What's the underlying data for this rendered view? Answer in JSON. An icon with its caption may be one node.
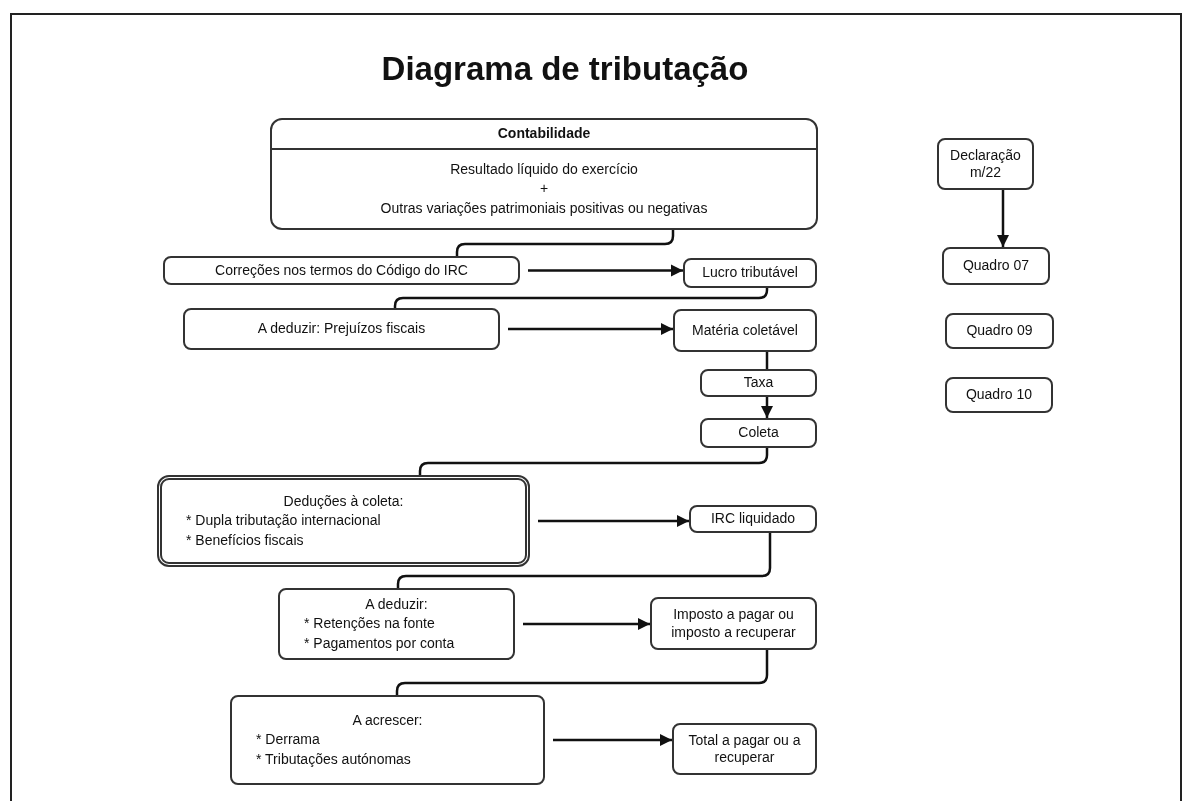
{
  "diagram": {
    "title": "Diagrama de tributação",
    "nodes": [
      {
        "text": [
          "Contabilidade",
          "Resultado líquido do exercício",
          "+",
          "Outras variações patrimoniais positivas ou negativas"
        ]
      },
      {
        "text": [
          "Correções nos termos do Código do IRC"
        ]
      },
      {
        "text": [
          "Lucro tributável"
        ]
      },
      {
        "text": [
          "A deduzir: Prejuízos fiscais"
        ]
      },
      {
        "text": [
          "Matéria coletável"
        ]
      },
      {
        "text": [
          "Taxa"
        ]
      },
      {
        "text": [
          "Coleta"
        ]
      },
      {
        "text": [
          "Deduções à coleta:",
          "* Dupla tributação internacional",
          "* Benefícios fiscais"
        ]
      },
      {
        "text": [
          "IRC liquidado"
        ]
      },
      {
        "text": [
          "A deduzir:",
          "* Retenções na fonte",
          "* Pagamentos por conta"
        ]
      },
      {
        "text": [
          "Imposto a pagar ou imposto a recuperar"
        ]
      },
      {
        "text": [
          "A acrescer:",
          "* Derrama",
          "* Tributações autónomas"
        ]
      },
      {
        "text": [
          "Total a pagar ou a recuperar"
        ]
      },
      {
        "text": [
          "Declaração m/22"
        ]
      },
      {
        "text": [
          "Quadro 07"
        ]
      },
      {
        "text": [
          "Quadro 09"
        ]
      },
      {
        "text": [
          "Quadro 10"
        ]
      }
    ],
    "edges": [
      {
        "from": 0,
        "to": 1,
        "arrow": "none"
      },
      {
        "from": 1,
        "to": 2,
        "arrow": "to"
      },
      {
        "from": 2,
        "to": 3,
        "arrow": "none"
      },
      {
        "from": 3,
        "to": 4,
        "arrow": "to"
      },
      {
        "from": 4,
        "to": 5,
        "arrow": "none"
      },
      {
        "from": 5,
        "to": 6,
        "arrow": "to"
      },
      {
        "from": 6,
        "to": 7,
        "arrow": "none"
      },
      {
        "from": 7,
        "to": 8,
        "arrow": "to"
      },
      {
        "from": 8,
        "to": 9,
        "arrow": "none"
      },
      {
        "from": 9,
        "to": 10,
        "arrow": "to"
      },
      {
        "from": 10,
        "to": 11,
        "arrow": "none"
      },
      {
        "from": 11,
        "to": 12,
        "arrow": "to"
      },
      {
        "from": 13,
        "to": 14,
        "arrow": "to"
      }
    ]
  }
}
